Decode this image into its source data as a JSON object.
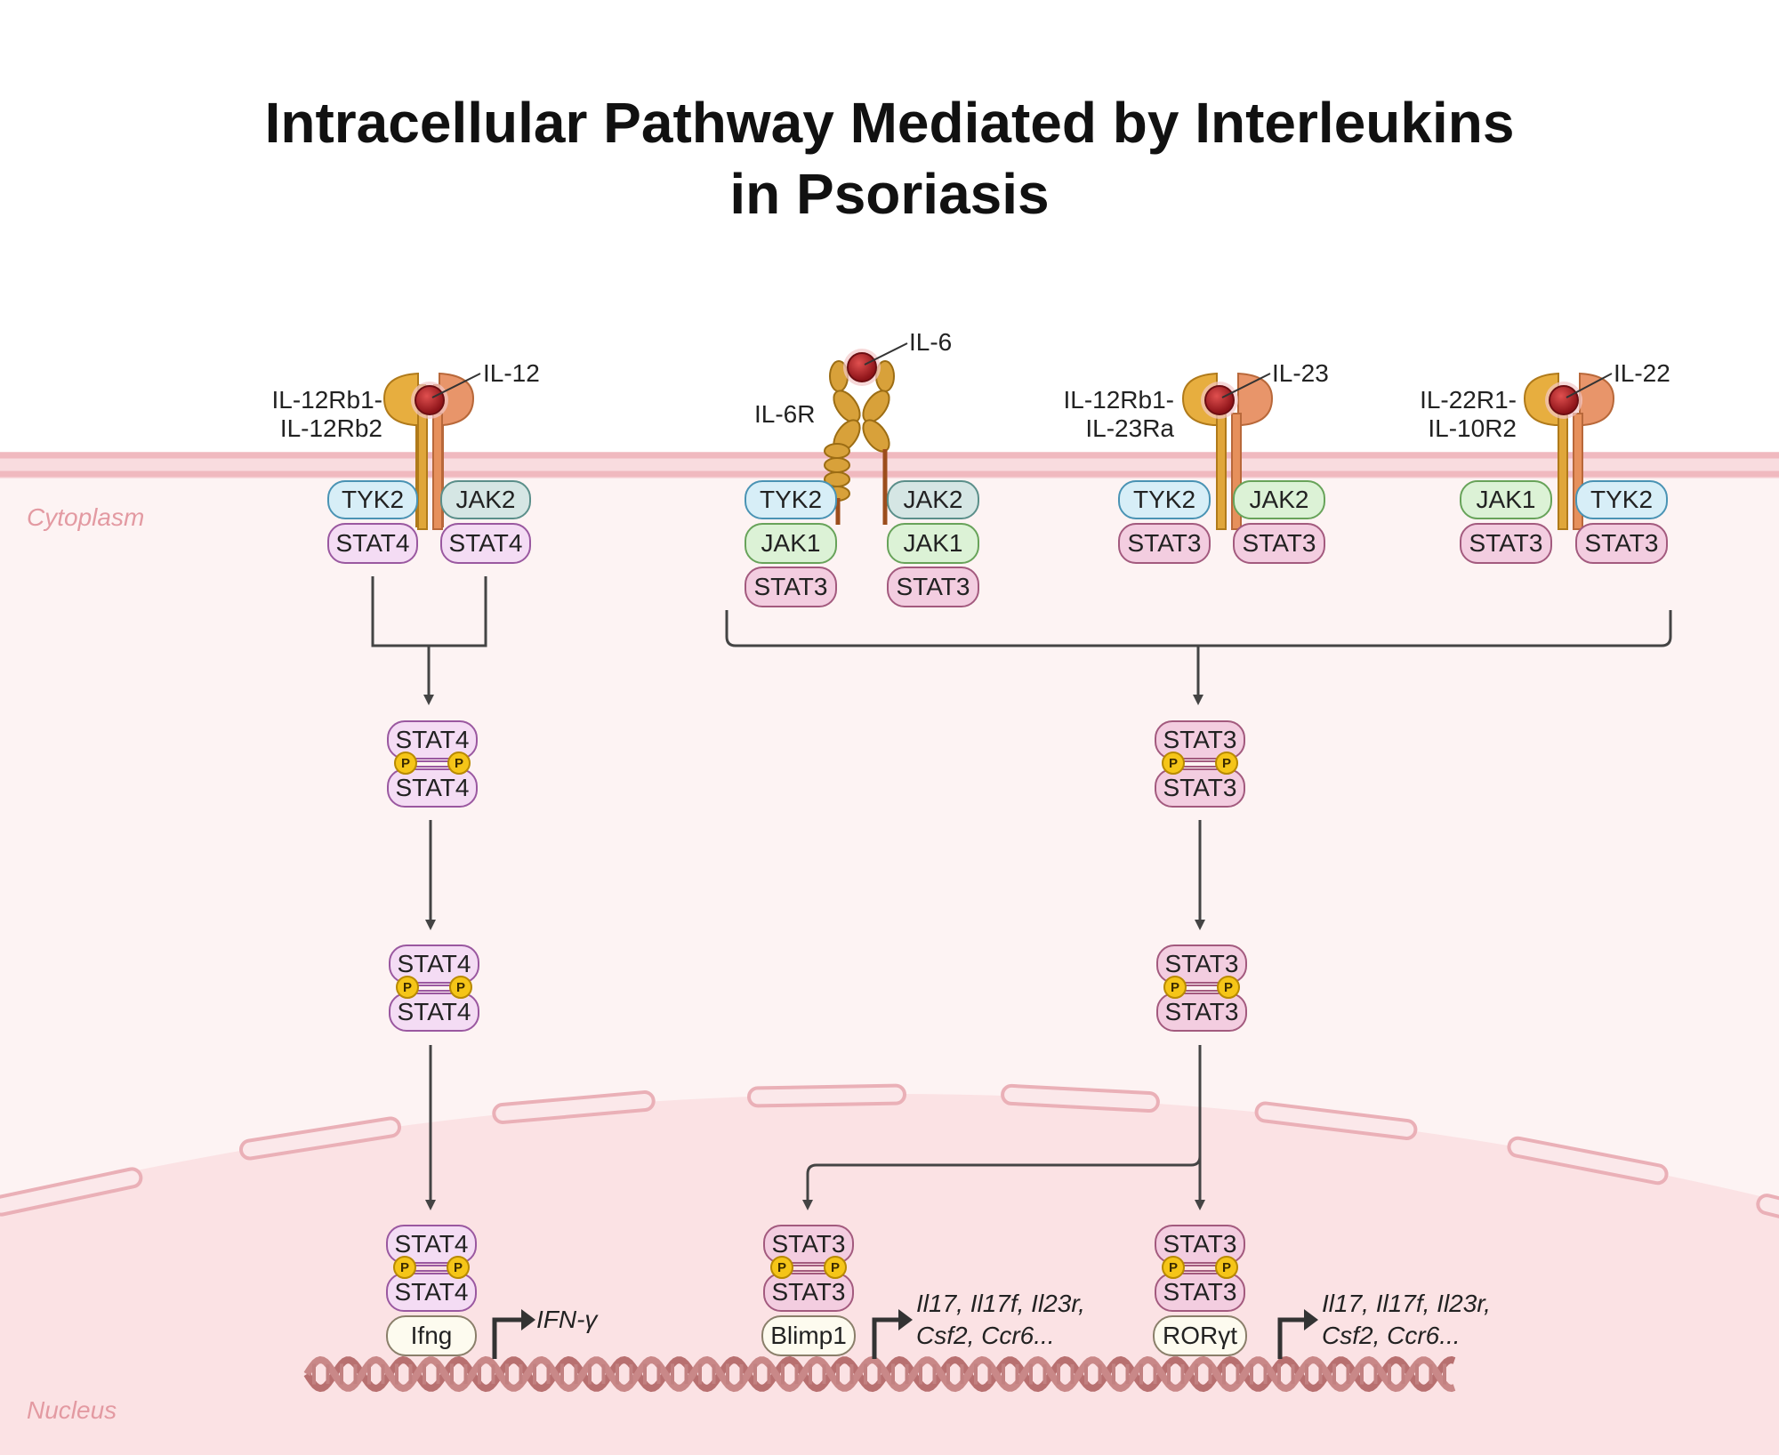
{
  "title": {
    "line1": "Intracellular Pathway Mediated by Interleukins",
    "line2": "in Psoriasis"
  },
  "regions": {
    "cytoplasm": "Cytoplasm",
    "nucleus": "Nucleus"
  },
  "receptors": {
    "il12": {
      "ligand": "IL-12",
      "receptor_line1": "IL-12Rb1-",
      "receptor_line2": "IL-12Rb2",
      "left": [
        "TYK2",
        "STAT4"
      ],
      "right": [
        "JAK2",
        "STAT4"
      ]
    },
    "il6": {
      "ligand": "IL-6",
      "receptor": "IL-6R",
      "left": [
        "TYK2",
        "JAK1",
        "STAT3"
      ],
      "right": [
        "JAK2",
        "JAK1",
        "STAT3"
      ]
    },
    "il23": {
      "ligand": "IL-23",
      "receptor_line1": "IL-12Rb1-",
      "receptor_line2": "IL-23Ra",
      "left": [
        "TYK2",
        "STAT3"
      ],
      "right": [
        "JAK2",
        "STAT3"
      ]
    },
    "il22": {
      "ligand": "IL-22",
      "receptor_line1": "IL-22R1-",
      "receptor_line2": "IL-10R2",
      "left": [
        "JAK1",
        "STAT3"
      ],
      "right": [
        "TYK2",
        "STAT3"
      ]
    }
  },
  "phospho_label": "P",
  "stat4_dimer": {
    "top": "STAT4",
    "bottom": "STAT4"
  },
  "stat3_dimer": {
    "top": "STAT3",
    "bottom": "STAT3"
  },
  "nuclear": {
    "ifng": {
      "gene": "Ifng",
      "output": "IFN-γ"
    },
    "blimp1": {
      "gene": "Blimp1",
      "output_line1": "Il17, Il17f, Il23r,",
      "output_line2": "Csf2, Ccr6..."
    },
    "rorgt": {
      "gene": "RORγt",
      "output_line1": "Il17, Il17f, Il23r,",
      "output_line2": "Csf2, Ccr6..."
    }
  },
  "colors": {
    "membrane": "#f0b9bf",
    "cytoplasm_bg": "#fdf3f3",
    "nucleus_bg": "#fbe2e4",
    "ligand": "#b81c24",
    "receptor_gold": "#e0a63a",
    "receptor_orange": "#e6905c",
    "phospho": "#f5c518",
    "dna": "#b87070"
  }
}
